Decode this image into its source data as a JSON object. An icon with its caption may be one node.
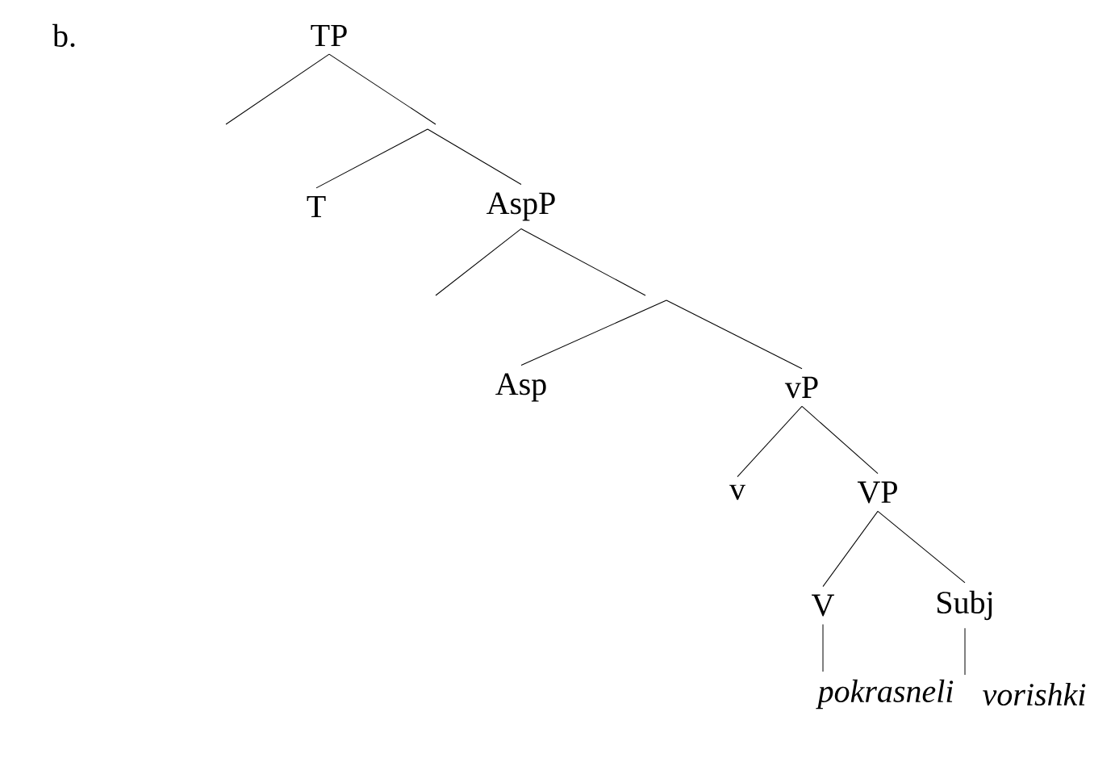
{
  "diagram": {
    "nodes": [
      {
        "text": [
          "TP"
        ]
      },
      {
        "text": [
          "T"
        ]
      },
      {
        "text": [
          "AspP"
        ]
      },
      {
        "text": [
          "Asp"
        ]
      },
      {
        "text": [
          "vP"
        ]
      },
      {
        "text": [
          "v"
        ]
      },
      {
        "text": [
          "VP"
        ]
      },
      {
        "text": [
          "V"
        ]
      },
      {
        "text": [
          "Subj"
        ]
      },
      {
        "text": [
          "pokrasneli"
        ]
      },
      {
        "text": [
          "vorishki"
        ]
      }
    ],
    "edges": [
      {
        "from": 0,
        "to": null,
        "arrow": "none"
      },
      {
        "from": 0,
        "to": null,
        "arrow": "none"
      },
      {
        "from": null,
        "to": 1,
        "arrow": "none"
      },
      {
        "from": null,
        "to": 2,
        "arrow": "none"
      },
      {
        "from": 2,
        "to": null,
        "arrow": "none"
      },
      {
        "from": 2,
        "to": null,
        "arrow": "none"
      },
      {
        "from": null,
        "to": 3,
        "arrow": "none"
      },
      {
        "from": null,
        "to": 4,
        "arrow": "none"
      },
      {
        "from": 4,
        "to": 5,
        "arrow": "none"
      },
      {
        "from": 4,
        "to": 6,
        "arrow": "none"
      },
      {
        "from": 6,
        "to": 7,
        "arrow": "none"
      },
      {
        "from": 6,
        "to": 8,
        "arrow": "none"
      },
      {
        "from": 7,
        "to": 9,
        "arrow": "none"
      },
      {
        "from": 8,
        "to": 10,
        "arrow": "none"
      }
    ],
    "labels": [
      "b."
    ]
  }
}
